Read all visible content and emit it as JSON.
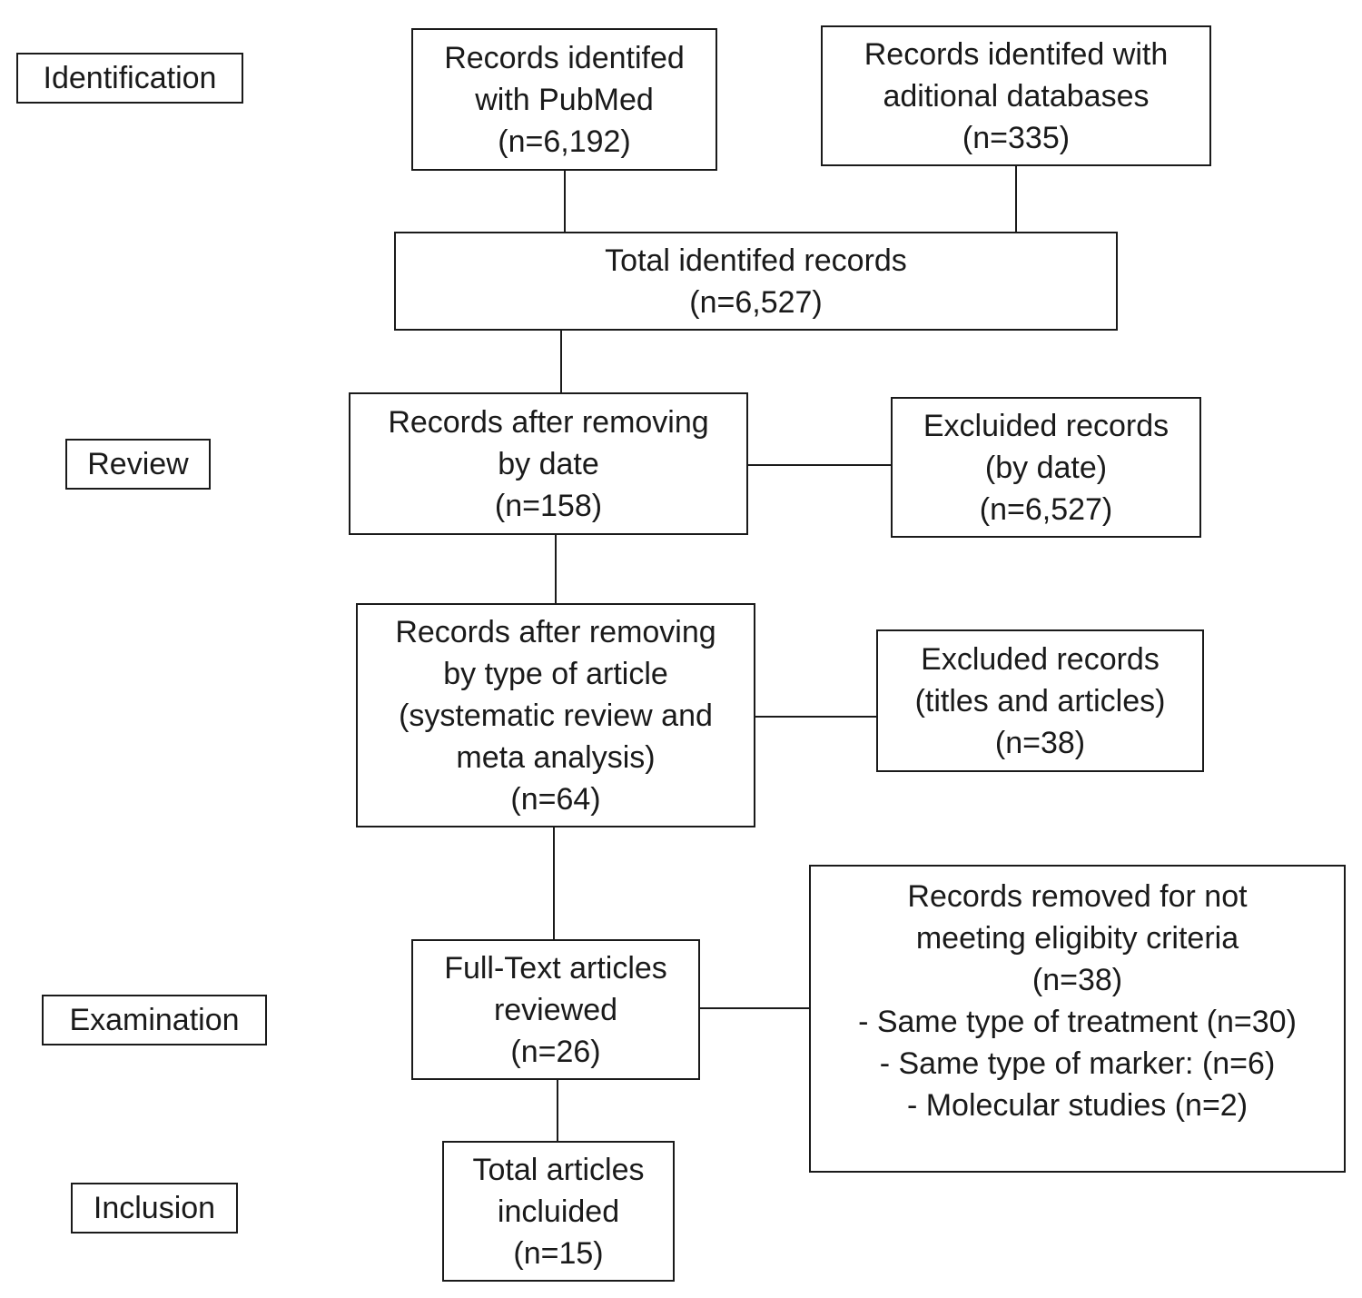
{
  "stages": {
    "identification": "Identification",
    "review": "Review",
    "examination": "Examination",
    "inclusion": "Inclusion"
  },
  "boxes": {
    "pubmed": [
      "Records identifed",
      "with PubMed",
      "(n=6,192)"
    ],
    "additional": [
      "Records identifed with",
      "aditional databases",
      "(n=335)"
    ],
    "total_identified": [
      "Total identifed records",
      "(n=6,527)"
    ],
    "after_date": [
      "Records after removing",
      "by date",
      "(n=158)"
    ],
    "excluded_date": [
      "Excluided records",
      "(by date)",
      "(n=6,527)"
    ],
    "after_type": [
      "Records after removing",
      "by type of article",
      "(systematic review and",
      "meta analysis)",
      "(n=64)"
    ],
    "excluded_titles": [
      "Excluded records",
      "(titles and articles)",
      "(n=38)"
    ],
    "fulltext": [
      "Full-Text articles",
      "reviewed",
      "(n=26)"
    ],
    "removed_criteria": [
      "Records removed for not",
      "meeting eligibity criteria",
      "(n=38)",
      "- Same type of treatment (n=30)",
      "- Same type of marker: (n=6)",
      "- Molecular studies (n=2)"
    ],
    "included": [
      "Total articles",
      "incluided",
      "(n=15)"
    ]
  }
}
